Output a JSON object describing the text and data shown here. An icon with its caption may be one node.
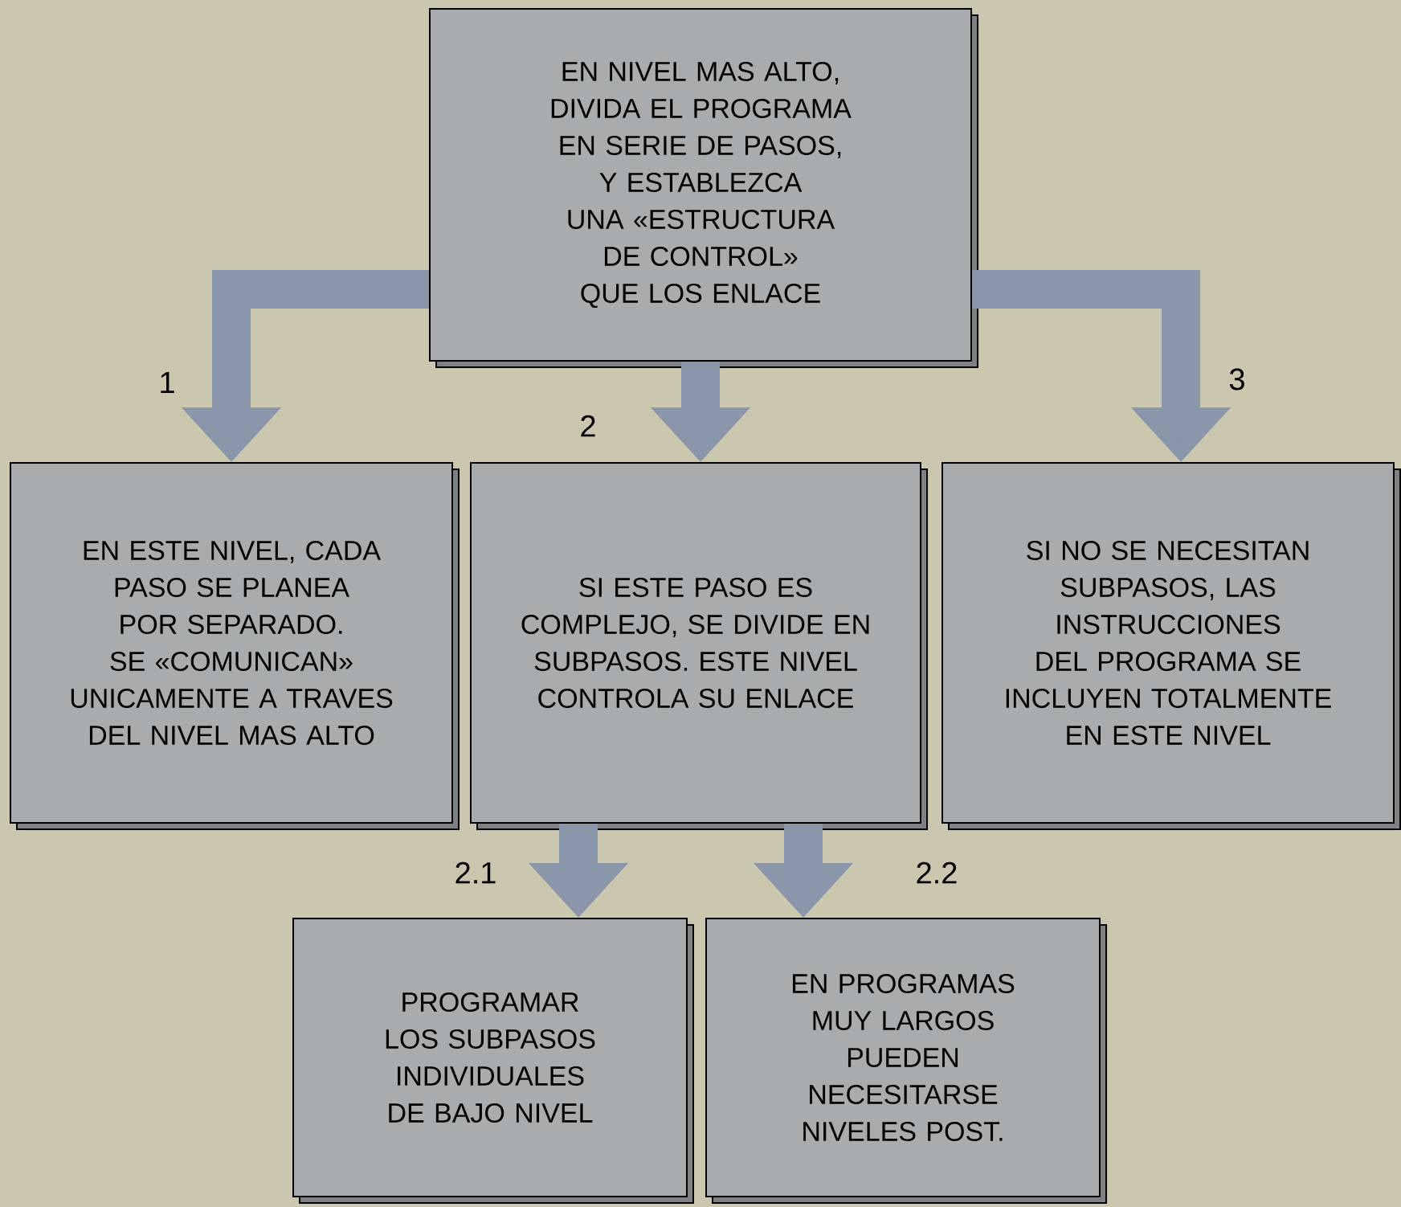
{
  "diagram": {
    "nodes": [
      {
        "text": [
          "EN NIVEL MAS ALTO, DIVIDA EL PROGRAMA EN SERIE DE PASOS, Y ESTABLEZCA UNA «ESTRUCTURA DE CONTROL» QUE LOS ENLACE"
        ]
      },
      {
        "text": [
          "EN ESTE NIVEL, CADA PASO SE PLANEA POR SEPARADO. SE «COMUNICAN» UNICAMENTE A TRAVES DEL NIVEL MAS ALTO"
        ]
      },
      {
        "text": [
          "SI ESTE PASO ES COMPLEJO, SE DIVIDE EN SUBPASOS. ESTE NIVEL CONTROLA SU ENLACE"
        ]
      },
      {
        "text": [
          "SI NO SE NECESITAN SUBPASOS, LAS INSTRUCCIONES DEL PROGRAMA SE INCLUYEN TOTALMENTE EN ESTE NIVEL"
        ]
      },
      {
        "text": [
          "PROGRAMAR LOS SUBPASOS INDIVIDUALES DE BAJO NIVEL"
        ]
      },
      {
        "text": [
          "EN PROGRAMAS MUY LARGOS PUEDEN NECESITARSE NIVELES POST."
        ]
      }
    ],
    "edges": [
      {
        "from": 0,
        "to": 1,
        "arrow": "to",
        "label": "1"
      },
      {
        "from": 0,
        "to": 2,
        "arrow": "to",
        "label": "2"
      },
      {
        "from": 0,
        "to": 3,
        "arrow": "to",
        "label": "3"
      },
      {
        "from": 2,
        "to": 4,
        "arrow": "to",
        "label": "2.1"
      },
      {
        "from": 2,
        "to": 5,
        "arrow": "to",
        "label": "2.2"
      }
    ]
  }
}
